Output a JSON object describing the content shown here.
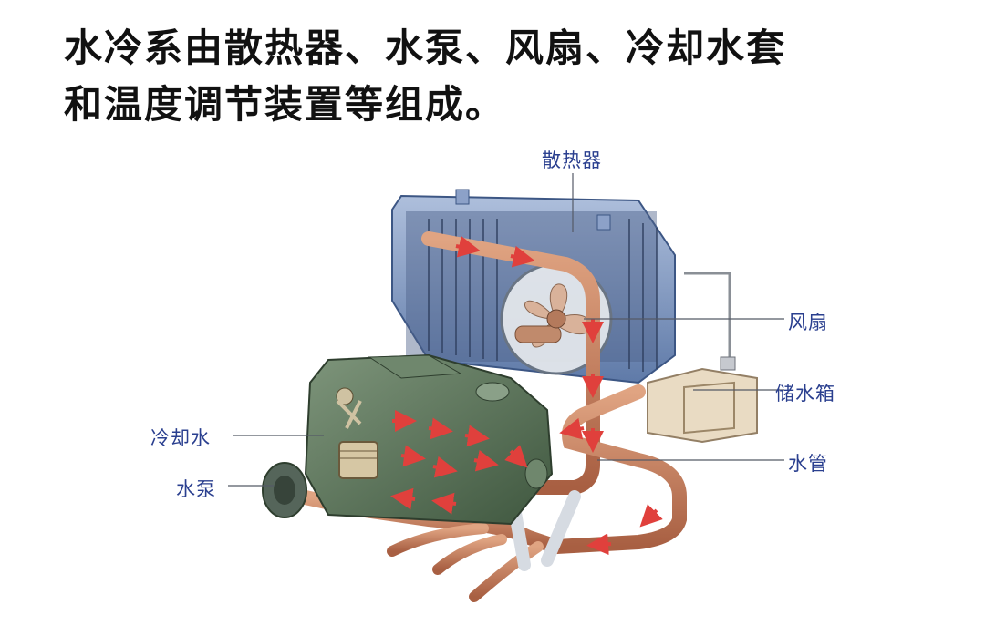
{
  "title": {
    "line1": "水冷系由散热器、水泵、风扇、冷却水套",
    "line2": "和温度调节装置等组成。"
  },
  "labels": {
    "radiator": "散热器",
    "fan": "风扇",
    "reservoir": "储水箱",
    "coolant": "冷却水",
    "hose": "水管",
    "pump": "水泵"
  },
  "colors": {
    "label_text": "#2a3f8f",
    "radiator": "#7f9bc6",
    "engine": "#4f6a4e",
    "hose": "#c9805e",
    "flow_arrows": "#e0403c",
    "reservoir": "#e8d8be"
  }
}
